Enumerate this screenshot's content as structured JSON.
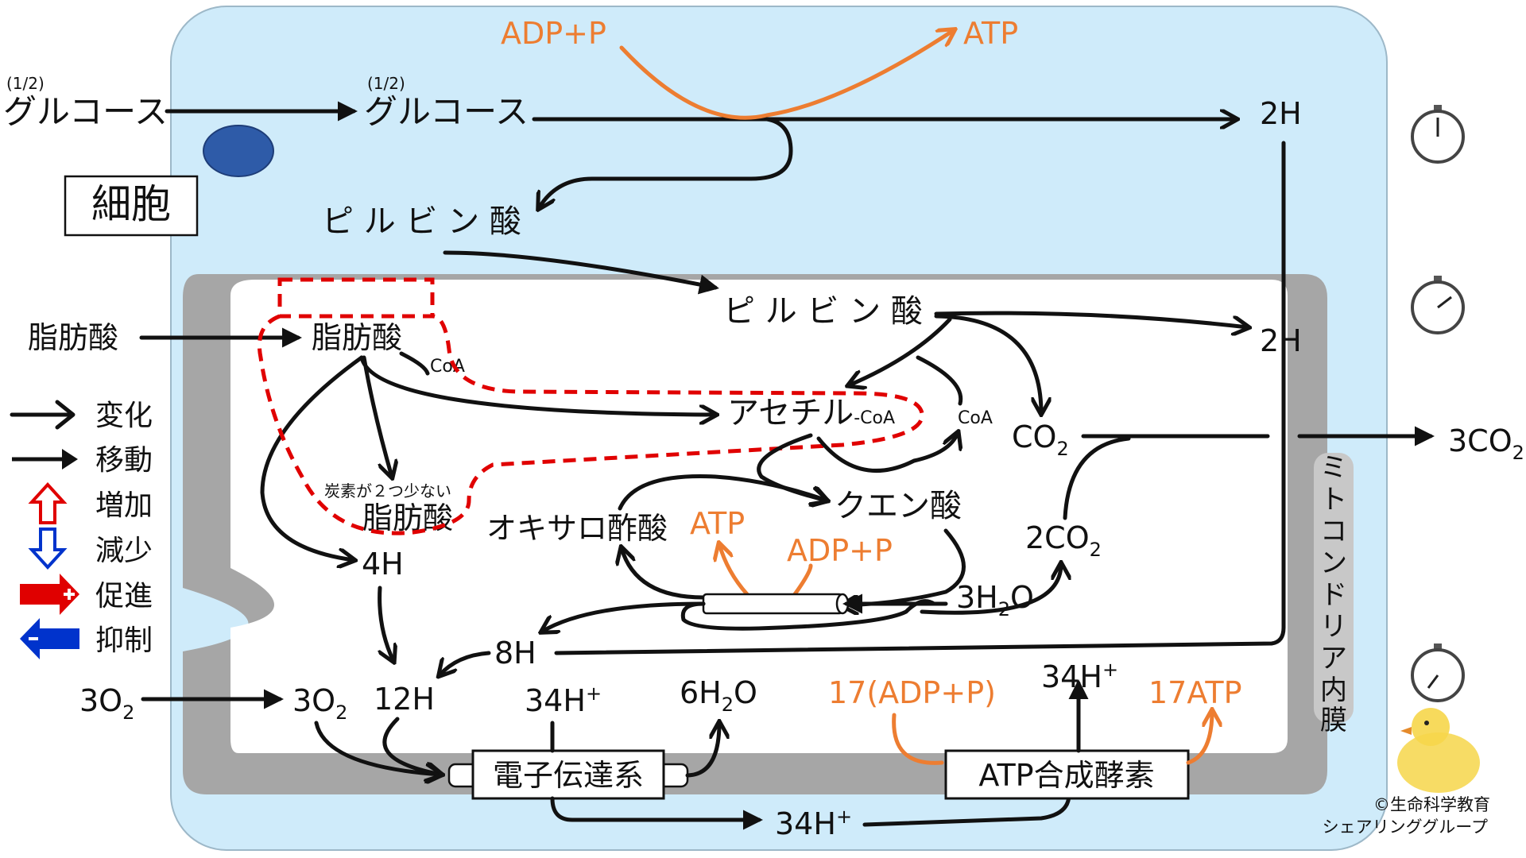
{
  "labels": {
    "glucose_half_fraction": "(1/2)",
    "glucose": "グルコース",
    "cell": "細胞",
    "pyruvic_acid": "ピ ル ビ ン 酸",
    "fatty_acid": "脂肪酸",
    "coa": "CoA",
    "acetyl": "アセチル",
    "acetyl_coa_suffix": "-CoA",
    "two_carbons_less": "炭素が２つ少ない",
    "citric_acid": "クエン酸",
    "oxaloacetic_acid": "オキサロ酢酸",
    "atp": "ATP",
    "adp_p": "ADP+P",
    "h_2": "2H",
    "h_4": "4H",
    "h_8": "8H",
    "h_12": "12H",
    "co2_label": "CO",
    "co2_2": "2CO",
    "co2_3": "3CO",
    "sub_2": "2",
    "water_3": "3H",
    "water_3_tail": "O",
    "water_6": "6H",
    "water_6_tail": "O",
    "o2_3": "3O",
    "h_plus_34": "34H",
    "plus_sup": "+",
    "etc": "電子伝達系",
    "atp_synthase": "ATP合成酵素",
    "adp_17": "17(ADP+P)",
    "atp_17": "17ATP",
    "inner_membrane": "ミトコンドリア内膜",
    "copyright_1": "©生命科学教育",
    "copyright_2": "シェアリンググループ"
  },
  "legend": [
    {
      "label": "変化",
      "icon": "open-arrow-icon"
    },
    {
      "label": "移動",
      "icon": "solid-arrow-icon"
    },
    {
      "label": "増加",
      "icon": "up-arrow-icon"
    },
    {
      "label": "減少",
      "icon": "down-arrow-icon"
    },
    {
      "label": "促進",
      "icon": "plus-arrow-icon"
    },
    {
      "label": "抑制",
      "icon": "minus-arrow-icon"
    }
  ],
  "colors": {
    "cell": "#CFEBFA",
    "membrane": "#A6A6A6",
    "matrix": "#FFFFFF",
    "orange": "#ED7D31",
    "dashed": "#E00000",
    "nucleus": "#2E5BA8",
    "increase": "#E00000",
    "decrease": "#0033CC"
  }
}
